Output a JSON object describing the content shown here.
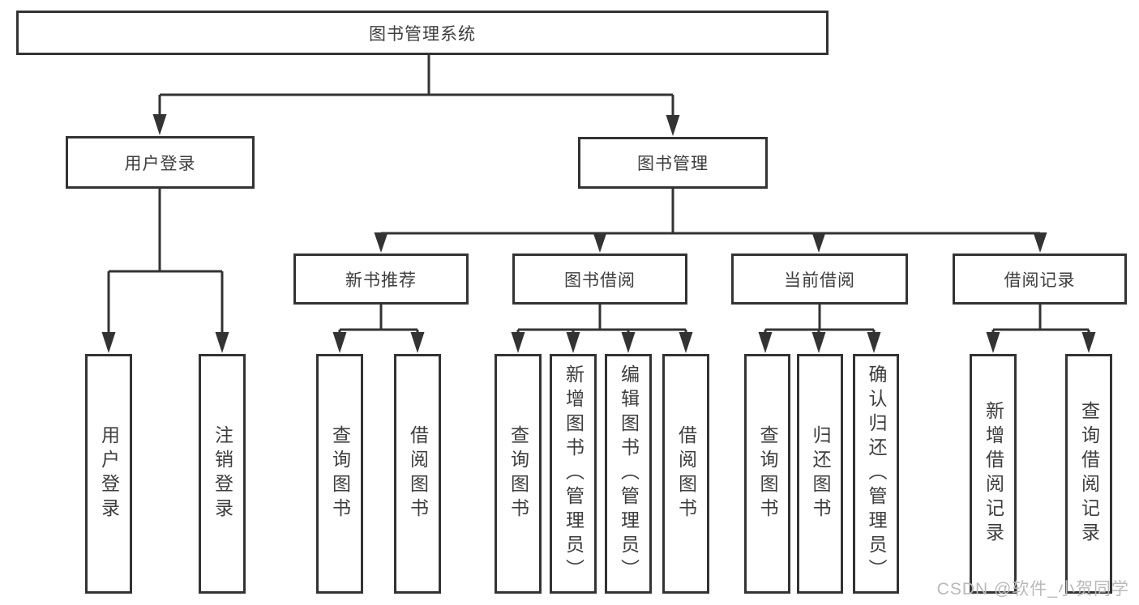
{
  "diagram": {
    "root": "图书管理系统",
    "level2": {
      "user_login": "用户登录",
      "book_mgmt": "图书管理"
    },
    "level3": {
      "new_books": "新书推荐",
      "borrow": "图书借阅",
      "current": "当前借阅",
      "records": "借阅记录"
    },
    "leaves": {
      "user_login_1": "用户登录",
      "user_login_2": "注销登录",
      "new_books_1": "查询图书",
      "new_books_2": "借阅图书",
      "borrow_1": "查询图书",
      "borrow_2": "新增图书（管理员）",
      "borrow_3": "编辑图书（管理员）",
      "borrow_4": "借阅图书",
      "current_1": "查询图书",
      "current_2": "归还图书",
      "current_3": "确认归还（管理员）",
      "records_1": "新增借阅记录",
      "records_2": "查询借阅记录"
    }
  },
  "watermark": "CSDN @软件_小贺同学",
  "colors": {
    "line": "#333333",
    "text": "#3d3d3d",
    "watermark": "#b9b9b9",
    "background": "#ffffff"
  }
}
